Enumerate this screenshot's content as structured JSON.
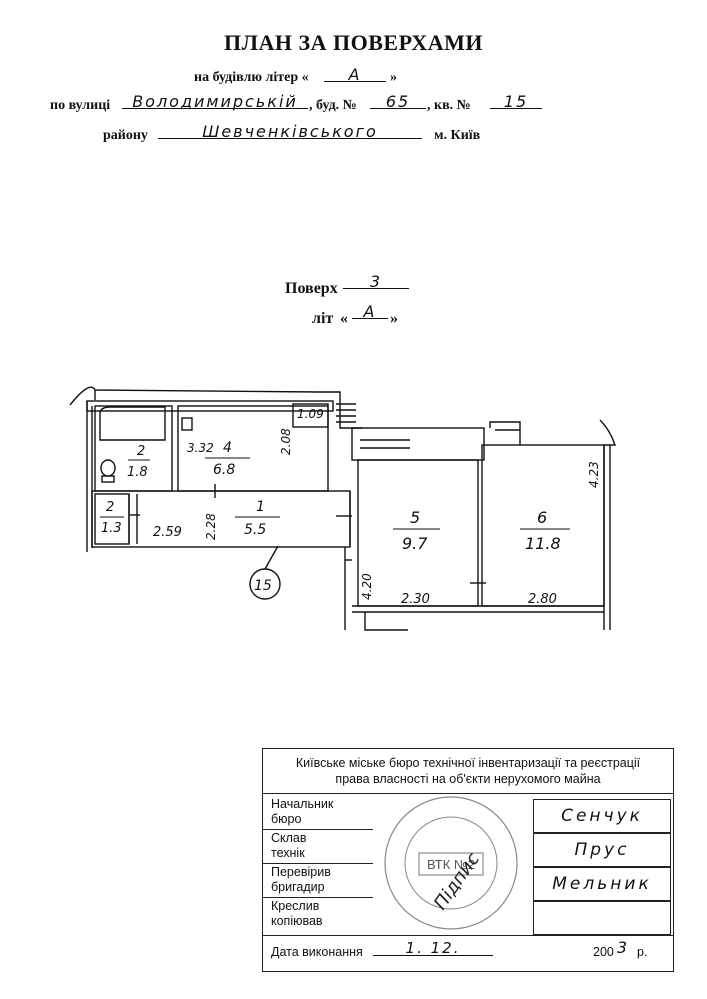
{
  "header": {
    "title": "ПЛАН ЗА ПОВЕРХАМИ",
    "building_prefix": "на будівлю літер «",
    "building_letter": "А",
    "building_suffix": "»",
    "street_label": "по вулиці",
    "street_value": "Володимирській",
    "house_label": ", буд. №",
    "house_value": "65",
    "apt_label": ", кв. №",
    "apt_value": "15",
    "district_label": "району",
    "district_value": "Шевченківського",
    "city": "м. Київ"
  },
  "floor": {
    "floor_label": "Поверх",
    "floor_value": "3",
    "lit_label": "літ",
    "lit_open": "«",
    "lit_value": "А",
    "lit_close": "»"
  },
  "plan": {
    "rooms": [
      {
        "number": "2",
        "area": "1.8"
      },
      {
        "number": "4",
        "area": "6.8"
      },
      {
        "number": "2",
        "area": "1.3"
      },
      {
        "number": "1",
        "area": "5.5"
      },
      {
        "number": "5",
        "area": "9.7"
      },
      {
        "number": "6",
        "area": "11.8"
      }
    ],
    "dimensions": [
      "1.09",
      "3.32",
      "2.08",
      "2.59",
      "2.28",
      "4.20",
      "2.30",
      "2.80",
      "4.23"
    ],
    "apartment_marker": "15"
  },
  "stamp": {
    "org_line1": "Київське міське бюро технічної інвентаризації та реєстрації",
    "org_line2": "права власності на об'єкти  нерухомого  майна",
    "rows": [
      {
        "label_1": "Начальник",
        "label_2": "бюро",
        "signature": "Сенчук"
      },
      {
        "label_1": "Склав",
        "label_2": "технік",
        "signature": "Прус"
      },
      {
        "label_1": "Перевірив",
        "label_2": "бригадир",
        "signature": "Мельник"
      },
      {
        "label_1": "Креслив",
        "label_2": "копіював",
        "signature": ""
      }
    ],
    "date_label": "Дата виконання",
    "date_value": "1. 12.",
    "year_prefix": "200",
    "year_digit": "3",
    "year_suffix": "р.",
    "seal_text": "ВТК №2",
    "seal_sign": "Підпис"
  }
}
